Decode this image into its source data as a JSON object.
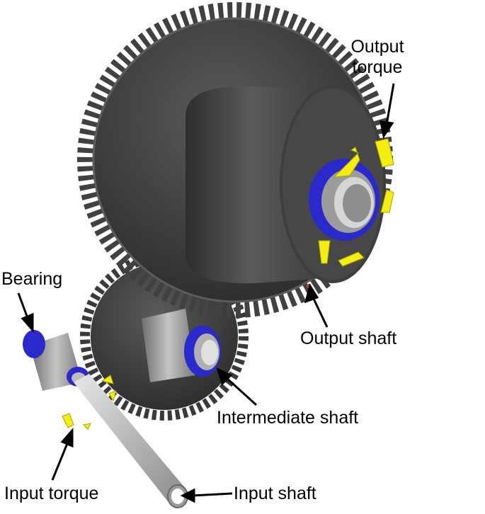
{
  "labels": {
    "output_torque_line1": "Output",
    "output_torque_line2": "torque",
    "bearing": "Bearing",
    "output_shaft": "Output shaft",
    "intermediate_shaft": "Intermediate shaft",
    "input_torque": "Input torque",
    "input_shaft": "Input shaft"
  },
  "colors": {
    "gear": "#3f3f3f",
    "hub": "#4a4a4a",
    "pinion": "#9a9a9a",
    "bearing": "#2a2acc",
    "arrow": "#f3ee10",
    "shaft": "#c8c8c8"
  },
  "icons": [
    "large-gear-icon",
    "intermediate-gear-icon",
    "input-pinion-icon",
    "bearing-icon",
    "torque-arrow-icon",
    "shaft-icon"
  ]
}
